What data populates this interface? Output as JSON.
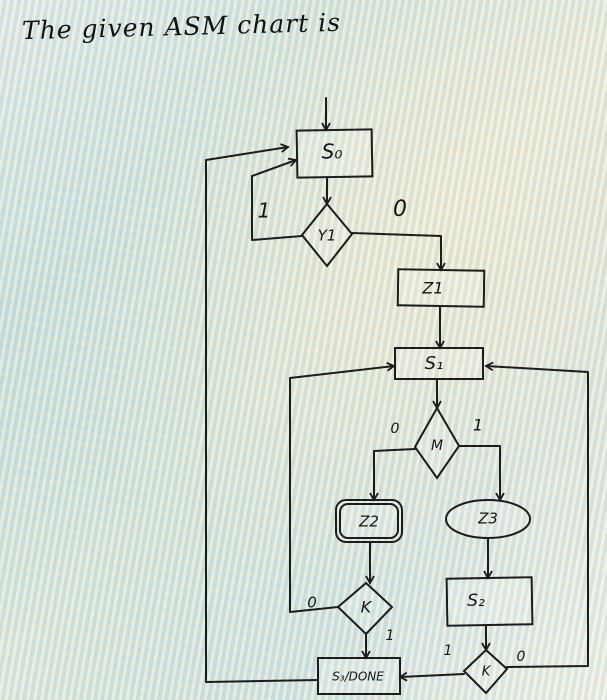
{
  "heading": "The given ASM chart is",
  "states": {
    "s0": "S₀",
    "s1": "S₁",
    "s2": "S₂",
    "s3": "S₃/DONE"
  },
  "conditions": {
    "y1": "Y1",
    "m": "M",
    "k_left": "K",
    "k_right": "K"
  },
  "outputs": {
    "z1": "Z1",
    "z2": "Z2",
    "z3": "Z3"
  },
  "branch_labels": {
    "y1_one": "1",
    "y1_zero": "0",
    "m_zero": "0",
    "m_one": "1",
    "k_left_zero": "0",
    "k_left_one": "1",
    "k_right_one": "1",
    "k_right_zero": "0"
  }
}
